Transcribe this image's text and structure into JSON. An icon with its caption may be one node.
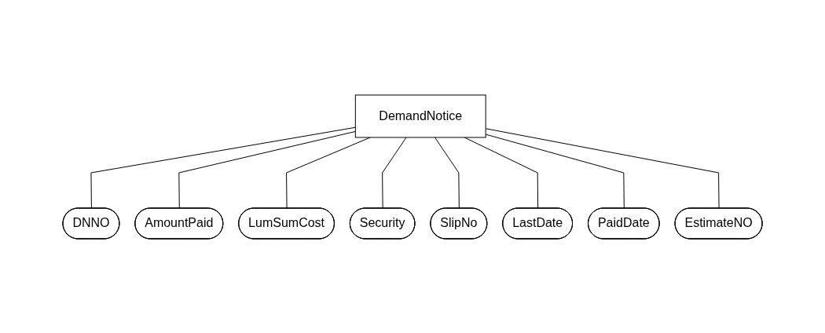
{
  "diagram": {
    "nodes": [
      {
        "text": [
          "DemandNotice"
        ]
      },
      {
        "text": [
          "DNNO"
        ]
      },
      {
        "text": [
          "AmountPaid"
        ]
      },
      {
        "text": [
          "LumSumCost"
        ]
      },
      {
        "text": [
          "Security"
        ]
      },
      {
        "text": [
          "SlipNo"
        ]
      },
      {
        "text": [
          "LastDate"
        ]
      },
      {
        "text": [
          "PaidDate"
        ]
      },
      {
        "text": [
          "EstimateNO"
        ]
      }
    ],
    "edges": [
      {
        "from": 0,
        "to": 1,
        "arrow": "none"
      },
      {
        "from": 0,
        "to": 2,
        "arrow": "none"
      },
      {
        "from": 0,
        "to": 3,
        "arrow": "none"
      },
      {
        "from": 0,
        "to": 4,
        "arrow": "none"
      },
      {
        "from": 0,
        "to": 5,
        "arrow": "none"
      },
      {
        "from": 0,
        "to": 6,
        "arrow": "none"
      },
      {
        "from": 0,
        "to": 7,
        "arrow": "none"
      },
      {
        "from": 0,
        "to": 8,
        "arrow": "none"
      }
    ]
  }
}
